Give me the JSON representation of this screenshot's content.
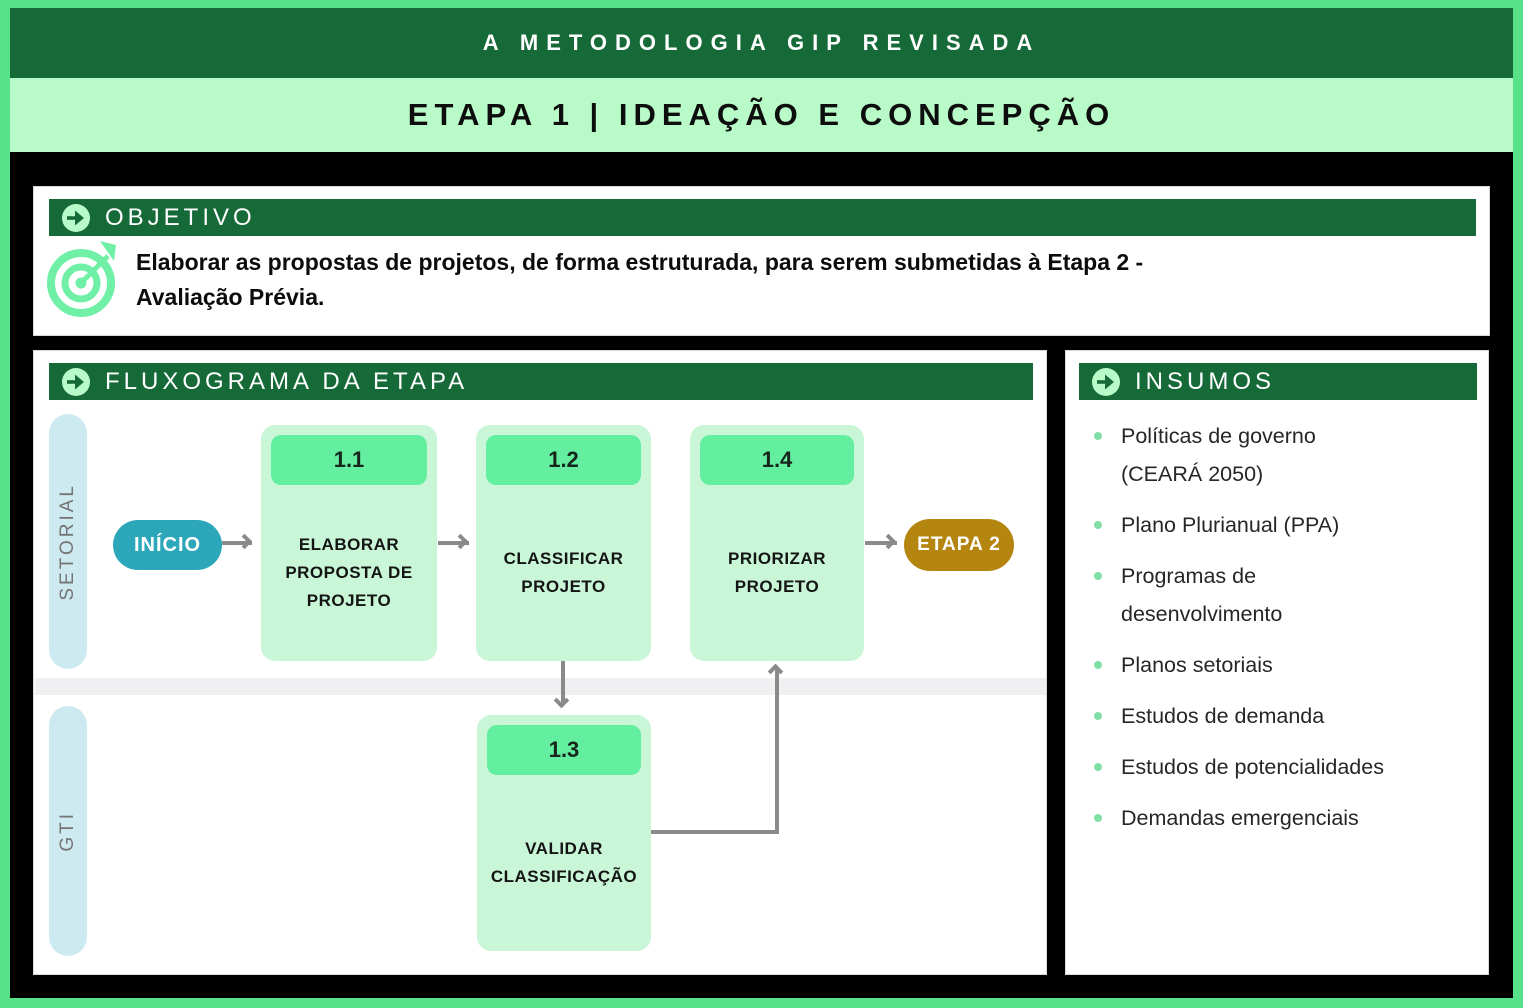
{
  "banner": {
    "title": "A METODOLOGIA GIP REVISADA",
    "subtitle": "ETAPA 1 | IDEAÇÃO E CONCEPÇÃO"
  },
  "objetivo": {
    "header": "OBJETIVO",
    "text_lines": [
      "Elaborar as propostas de projetos, de forma estruturada, para serem submetidas à Etapa 2 -",
      "Avaliação Prévia."
    ]
  },
  "fluxograma": {
    "header": "FLUXOGRAMA DA ETAPA",
    "lanes": [
      {
        "label": "SETORIAL"
      },
      {
        "label": "GTI"
      }
    ],
    "start_label": "INÍCIO",
    "end_label": "ETAPA 2",
    "steps": [
      {
        "id": "1.1",
        "lane": "SETORIAL",
        "label_lines": [
          "ELABORAR",
          "PROPOSTA DE",
          "PROJETO"
        ]
      },
      {
        "id": "1.2",
        "lane": "SETORIAL",
        "label_lines": [
          "CLASSIFICAR",
          "PROJETO"
        ]
      },
      {
        "id": "1.3",
        "lane": "GTI",
        "label_lines": [
          "VALIDAR",
          "CLASSIFICAÇÃO"
        ]
      },
      {
        "id": "1.4",
        "lane": "SETORIAL",
        "label_lines": [
          "PRIORIZAR",
          "PROJETO"
        ]
      }
    ],
    "connections": [
      "INÍCIO → 1.1",
      "1.1 → 1.2",
      "1.2 → 1.3",
      "1.3 → 1.4",
      "1.4 → ETAPA 2"
    ]
  },
  "insumos": {
    "header": "INSUMOS",
    "items": [
      {
        "lines": [
          "Políticas de governo",
          "(CEARÁ 2050)"
        ]
      },
      {
        "lines": [
          "Plano Plurianual (PPA)"
        ]
      },
      {
        "lines": [
          "Programas de",
          "desenvolvimento"
        ]
      },
      {
        "lines": [
          "Planos setoriais"
        ]
      },
      {
        "lines": [
          "Estudos de demanda"
        ]
      },
      {
        "lines": [
          "Estudos de potencialidades"
        ]
      },
      {
        "lines": [
          "Demandas emergenciais"
        ]
      }
    ]
  },
  "icons": {
    "section_header_icon": "circle-arrow-right-icon",
    "objective_icon": "target-dart-icon",
    "bullet_icon": "dot-icon"
  },
  "colors": {
    "outer_border": "#57e28a",
    "dark_green": "#156a38",
    "mint_bar": "#b9fbc8",
    "card_bg": "#c8f6d7",
    "card_header": "#63eea0",
    "lane_bg": "#cdeaf1",
    "start_teal": "#2ca7ba",
    "end_gold": "#b5860f",
    "arrow_gray": "#8a8a8a"
  }
}
